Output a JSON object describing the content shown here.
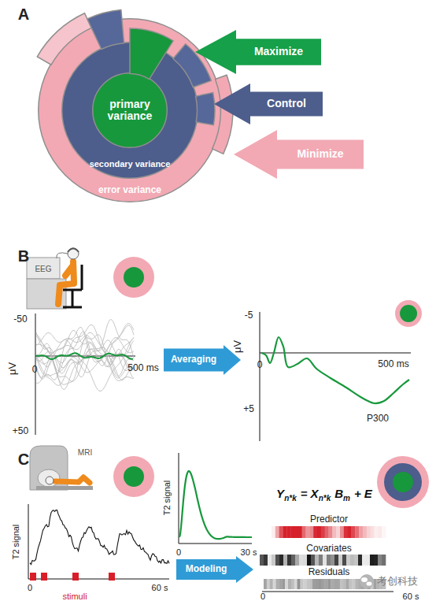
{
  "diagram": {
    "nodes": [
      {
        "text": [
          "error variance"
        ]
      },
      {
        "text": [
          "secondary variance"
        ],
        "in": 0
      },
      {
        "text": [
          "primary variance"
        ],
        "in": 1
      },
      {
        "text": [
          "Maximize"
        ]
      },
      {
        "text": [
          "Control"
        ]
      },
      {
        "text": [
          "Minimize"
        ]
      },
      {
        "text": [
          "Averaging"
        ]
      },
      {
        "text": [
          "Modeling"
        ]
      }
    ],
    "labels": [
      "A",
      "B",
      "EEG",
      "-50",
      "μV",
      "0",
      "500 ms",
      "+50",
      "-5",
      "μV",
      "0",
      "500 ms",
      "+5",
      "P300",
      "C",
      "MRI",
      "T2 signal",
      "0",
      "60 s",
      "stimuli",
      "T2 signal",
      "0",
      "30 s",
      "Y",
      "n*k",
      "= X",
      "n*k",
      "B",
      "m",
      "+ E",
      "Predictor",
      "Covariates",
      "Residuals",
      "0",
      "60 s",
      "考创科技"
    ]
  }
}
